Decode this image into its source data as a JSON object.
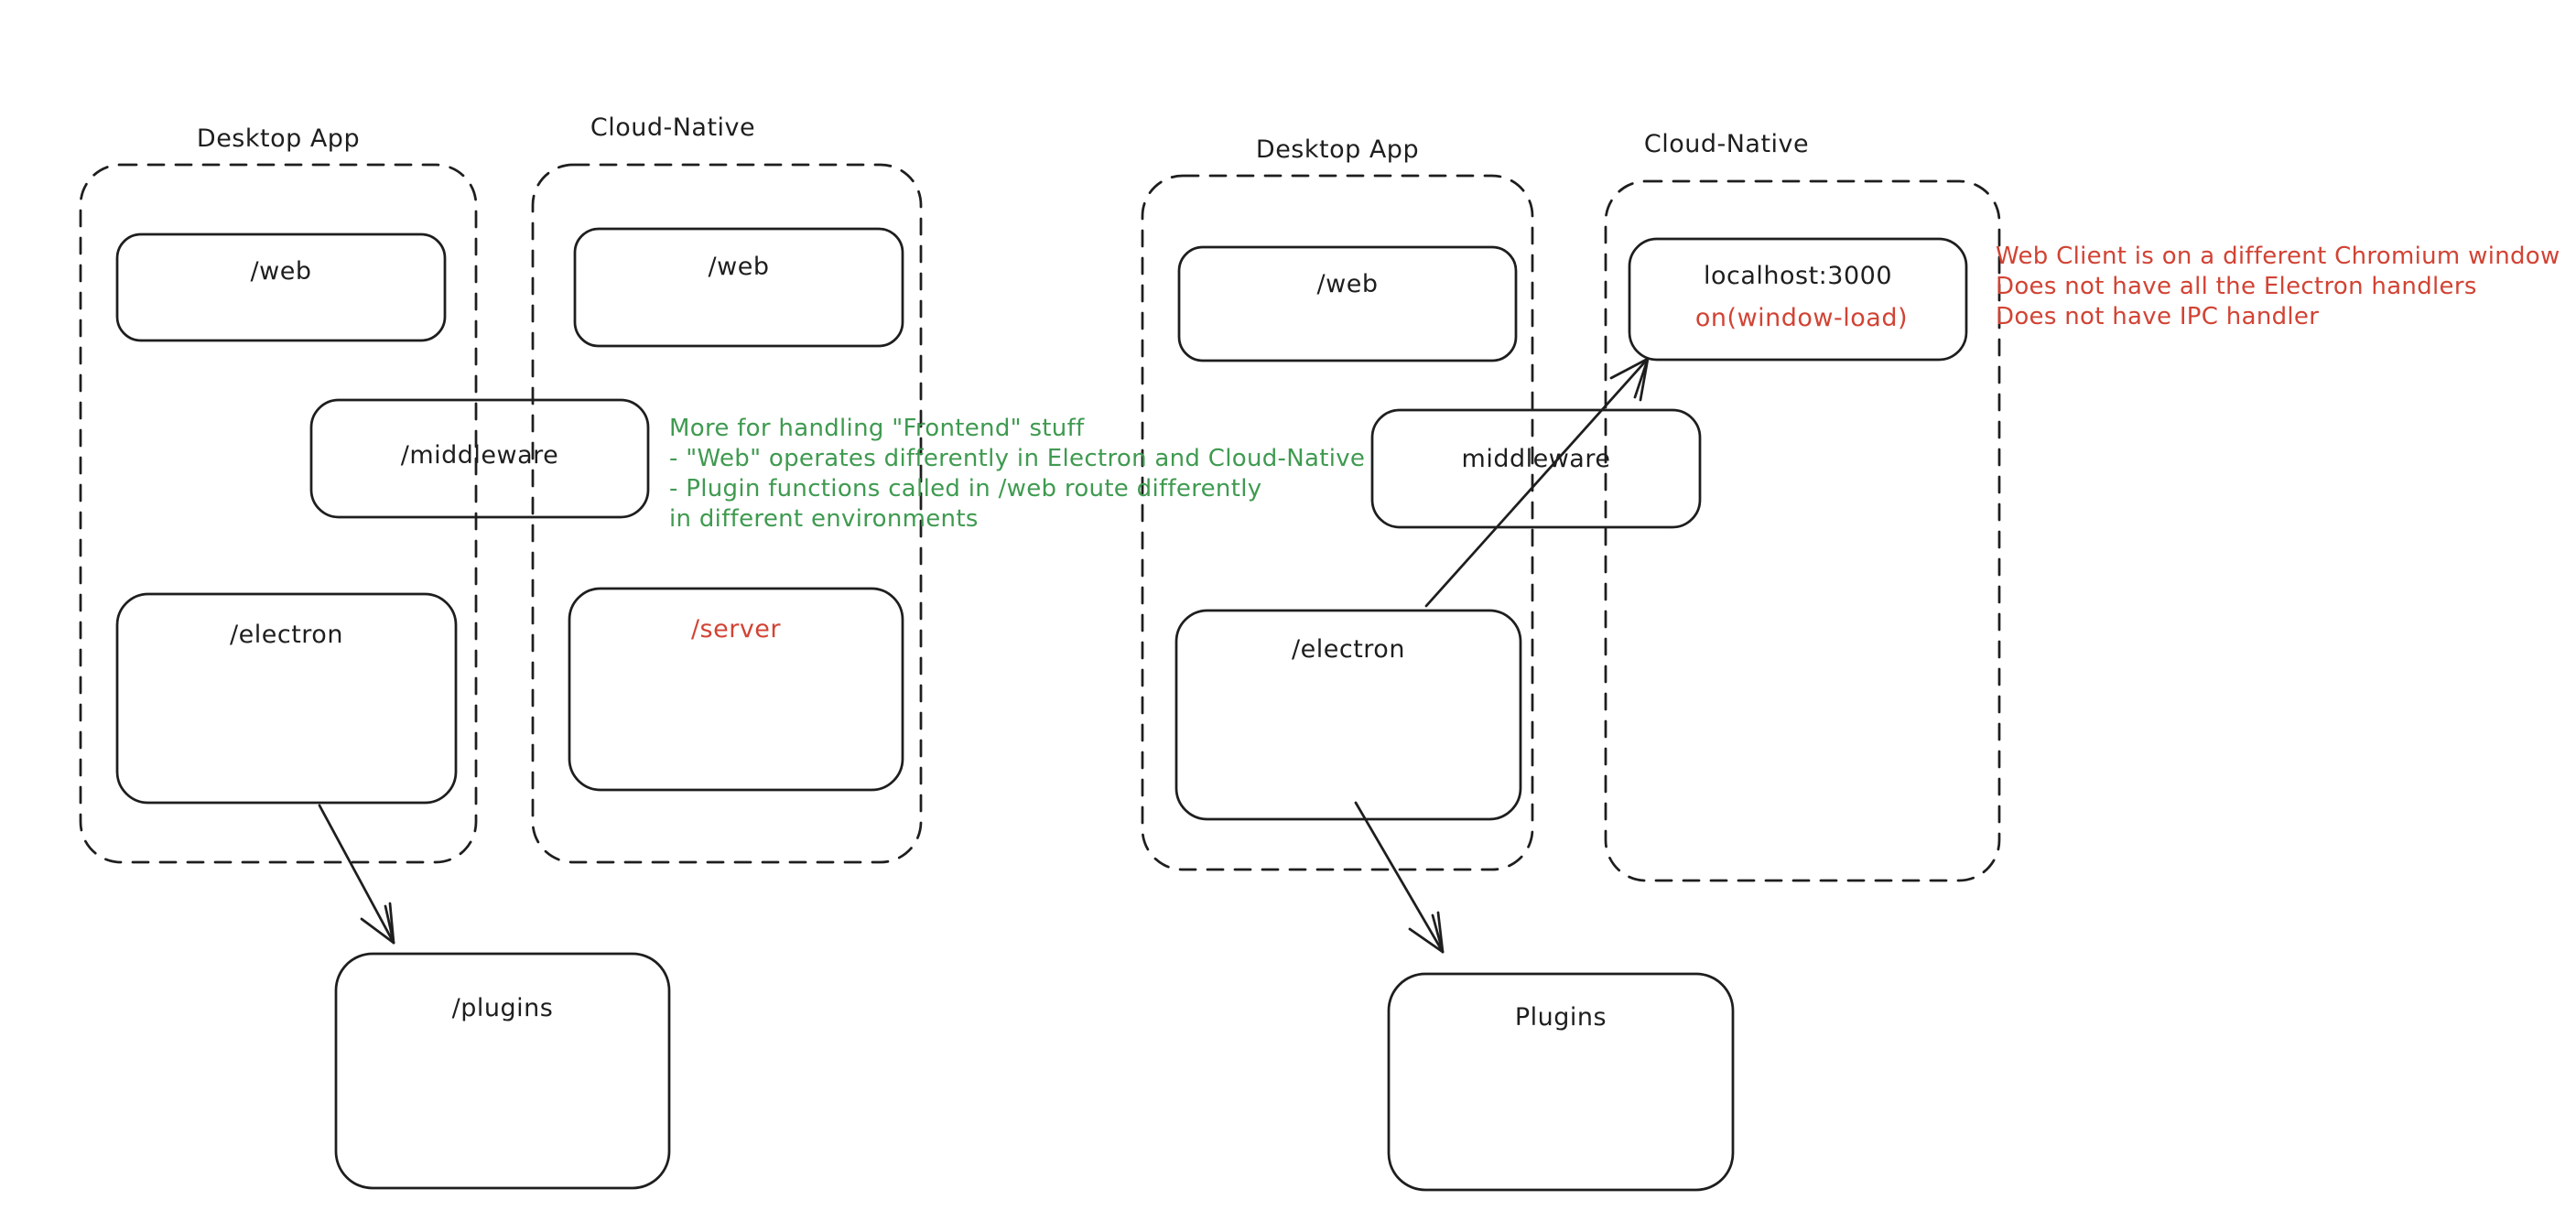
{
  "palette": {
    "ink": "#1e1e1e",
    "green": "#3f9a50",
    "red": "#d14334",
    "bg": "#ffffff"
  },
  "left": {
    "desktop_label": "Desktop App",
    "cloud_label": "Cloud-Native",
    "web_desktop": "/web",
    "web_cloud": "/web",
    "middleware": "/middleware",
    "electron": "/electron",
    "server": "/server",
    "plugins": "/plugins",
    "note": [
      "More for handling \"Frontend\" stuff",
      "- \"Web\" operates differently in Electron and Cloud-Native",
      "- Plugin functions called in /web route differently",
      "in different environments"
    ]
  },
  "right": {
    "desktop_label": "Desktop App",
    "cloud_label": "Cloud-Native",
    "web": "/web",
    "localhost": "localhost:3000",
    "window_load": "on(window-load)",
    "middleware": "middleware",
    "electron": "/electron",
    "plugins": "Plugins",
    "note": [
      "Web Client is on a different Chromium window",
      "Does not have all the Electron handlers",
      "Does not have IPC handler"
    ]
  }
}
